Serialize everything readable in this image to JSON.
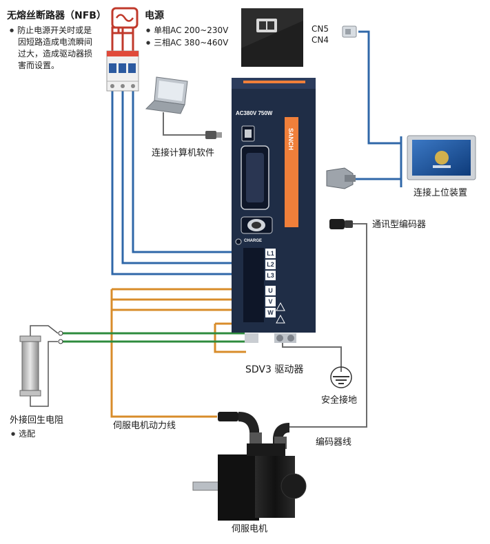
{
  "colors": {
    "power_line": "#2f67a8",
    "motor_line": "#d88c2a",
    "brake_line": "#2e8b3d",
    "signal_line": "#6b6b6b",
    "driver_body": "#1f2d46",
    "driver_accent": "#f07f3a"
  },
  "nfb": {
    "title": "无熔丝断路器（NFB）",
    "desc": [
      "防止电源开关时或是",
      "因短路造成电流瞬间",
      "过大，造成驱动器损",
      "害而设置。"
    ]
  },
  "power": {
    "title": "电源",
    "items": [
      "单相AC 200~230V",
      "三相AC 380~460V"
    ]
  },
  "connectors": {
    "cn5": "CN5",
    "cn4": "CN4"
  },
  "computer": {
    "label": "连接计算机软件"
  },
  "host": {
    "label": "连接上位装置"
  },
  "encoder": {
    "label": "通讯型编码器"
  },
  "driver": {
    "name": "SDV3 驱动器",
    "model": "AC380V  750W",
    "brand": "SANCH",
    "charge": "CHARGE",
    "terminals": [
      "L1",
      "L2",
      "L3",
      "U",
      "V",
      "W"
    ]
  },
  "ground": {
    "label": "安全接地"
  },
  "resistor": {
    "title": "外接回生电阻",
    "note": "选配"
  },
  "motor_cable": {
    "label": "伺服电机动力线"
  },
  "encoder_cable": {
    "label": "编码器线"
  },
  "motor": {
    "label": "伺服电机"
  }
}
